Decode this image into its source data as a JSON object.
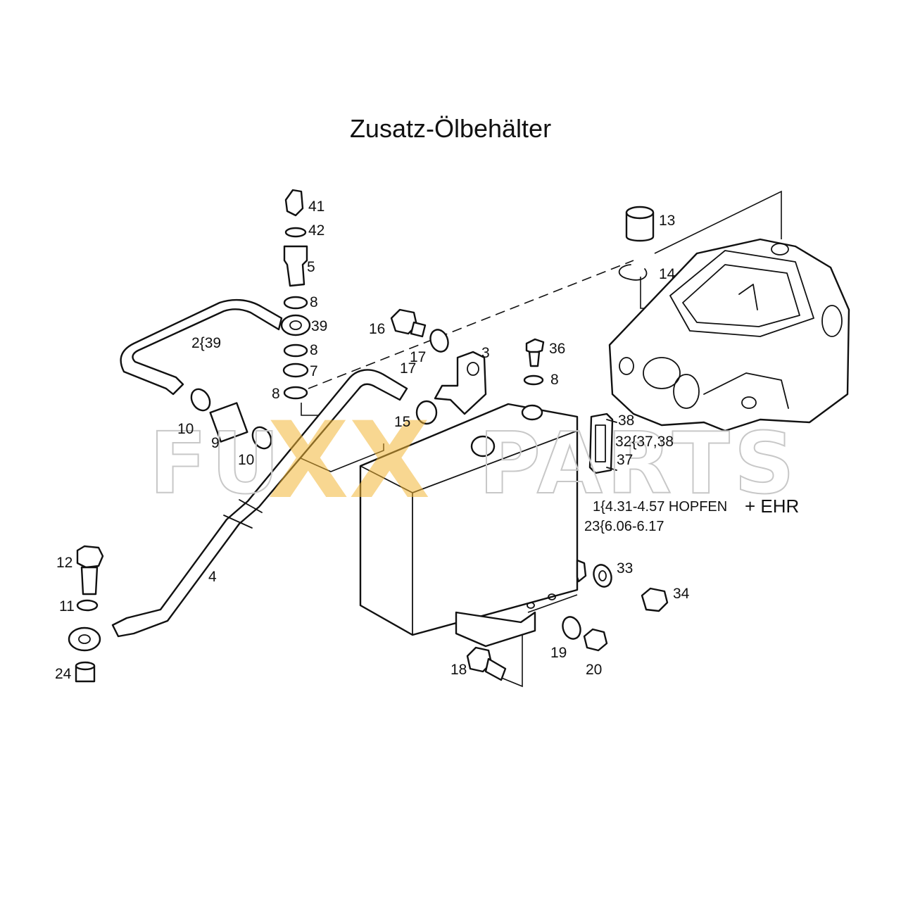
{
  "title": "Zusatz-Ölbehälter",
  "watermark": {
    "left": "FU",
    "middle": "XX",
    "right": "PARTS",
    "accent_color": "#f2b636"
  },
  "callouts": {
    "p41": "41",
    "p42": "42",
    "p5": "5",
    "p8a": "8",
    "p39": "39",
    "p8b": "8",
    "p7": "7",
    "p8c": "8",
    "p2": "2{39",
    "p10a": "10",
    "p9": "9",
    "p10b": "10",
    "p16": "16",
    "p17a": "17",
    "p17b": "17",
    "p3": "3",
    "p15": "15",
    "p36": "36",
    "p8d": "8",
    "p38": "38",
    "p32": "32{37,38",
    "p37": "37",
    "p13": "13",
    "p14": "14",
    "p12": "12",
    "p11": "11",
    "p24": "24",
    "p4": "4",
    "p33": "33",
    "p34": "34",
    "p18": "18",
    "p19": "19",
    "p20": "20"
  },
  "notes": {
    "line1_prefix": "1{4.31-4.57 HOPFEN",
    "line1_suffix": "+ EHR",
    "line2": "23{6.06-6.17"
  }
}
